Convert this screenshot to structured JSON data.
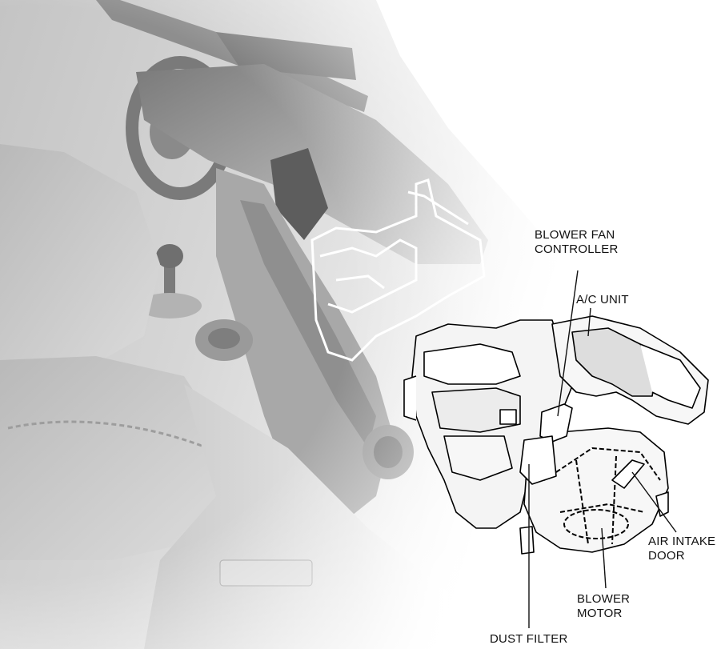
{
  "figure": {
    "labels": {
      "blower_fan_controller": "BLOWER FAN\nCONTROLLER",
      "ac_unit": "A/C UNIT",
      "air_intake_door": "AIR INTAKE\nDOOR",
      "blower_motor": "BLOWER\nMOTOR",
      "dust_filter": "DUST FILTER"
    }
  },
  "colors": {
    "interior_light": "#eeeeee",
    "interior_mid": "#bdbdbd",
    "interior_dark": "#6e6e6e",
    "outline": "#000000",
    "leader": "#111111"
  }
}
